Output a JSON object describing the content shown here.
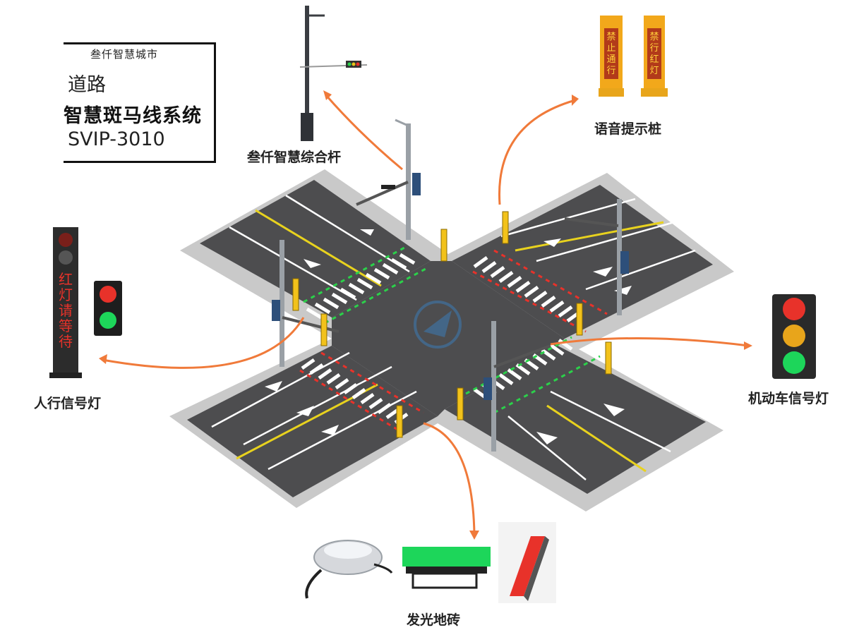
{
  "title": {
    "brand": "叁仟智慧城市",
    "line1": "道路",
    "main": "智慧斑马线系统",
    "model": "SVIP-3010"
  },
  "labels": {
    "pole": "叁仟智慧综合杆",
    "voice": "语音提示桩",
    "pedestrian": "人行信号灯",
    "vehicle": "机动车信号灯",
    "ground": "发光地砖"
  },
  "signs": {
    "voice_sign_1": "禁止通行",
    "voice_sign_2": "禁行红灯",
    "ped_sign": "红灯请等待"
  },
  "colors": {
    "asphalt": "#4d4d4f",
    "sidewalk": "#c8c8c8",
    "arrow_line": "#f07a3a",
    "yellow_line": "#e8d21e",
    "signal_green": "#1dd65a",
    "signal_red": "#e8322a",
    "pile_yellow": "#f2c21b"
  }
}
